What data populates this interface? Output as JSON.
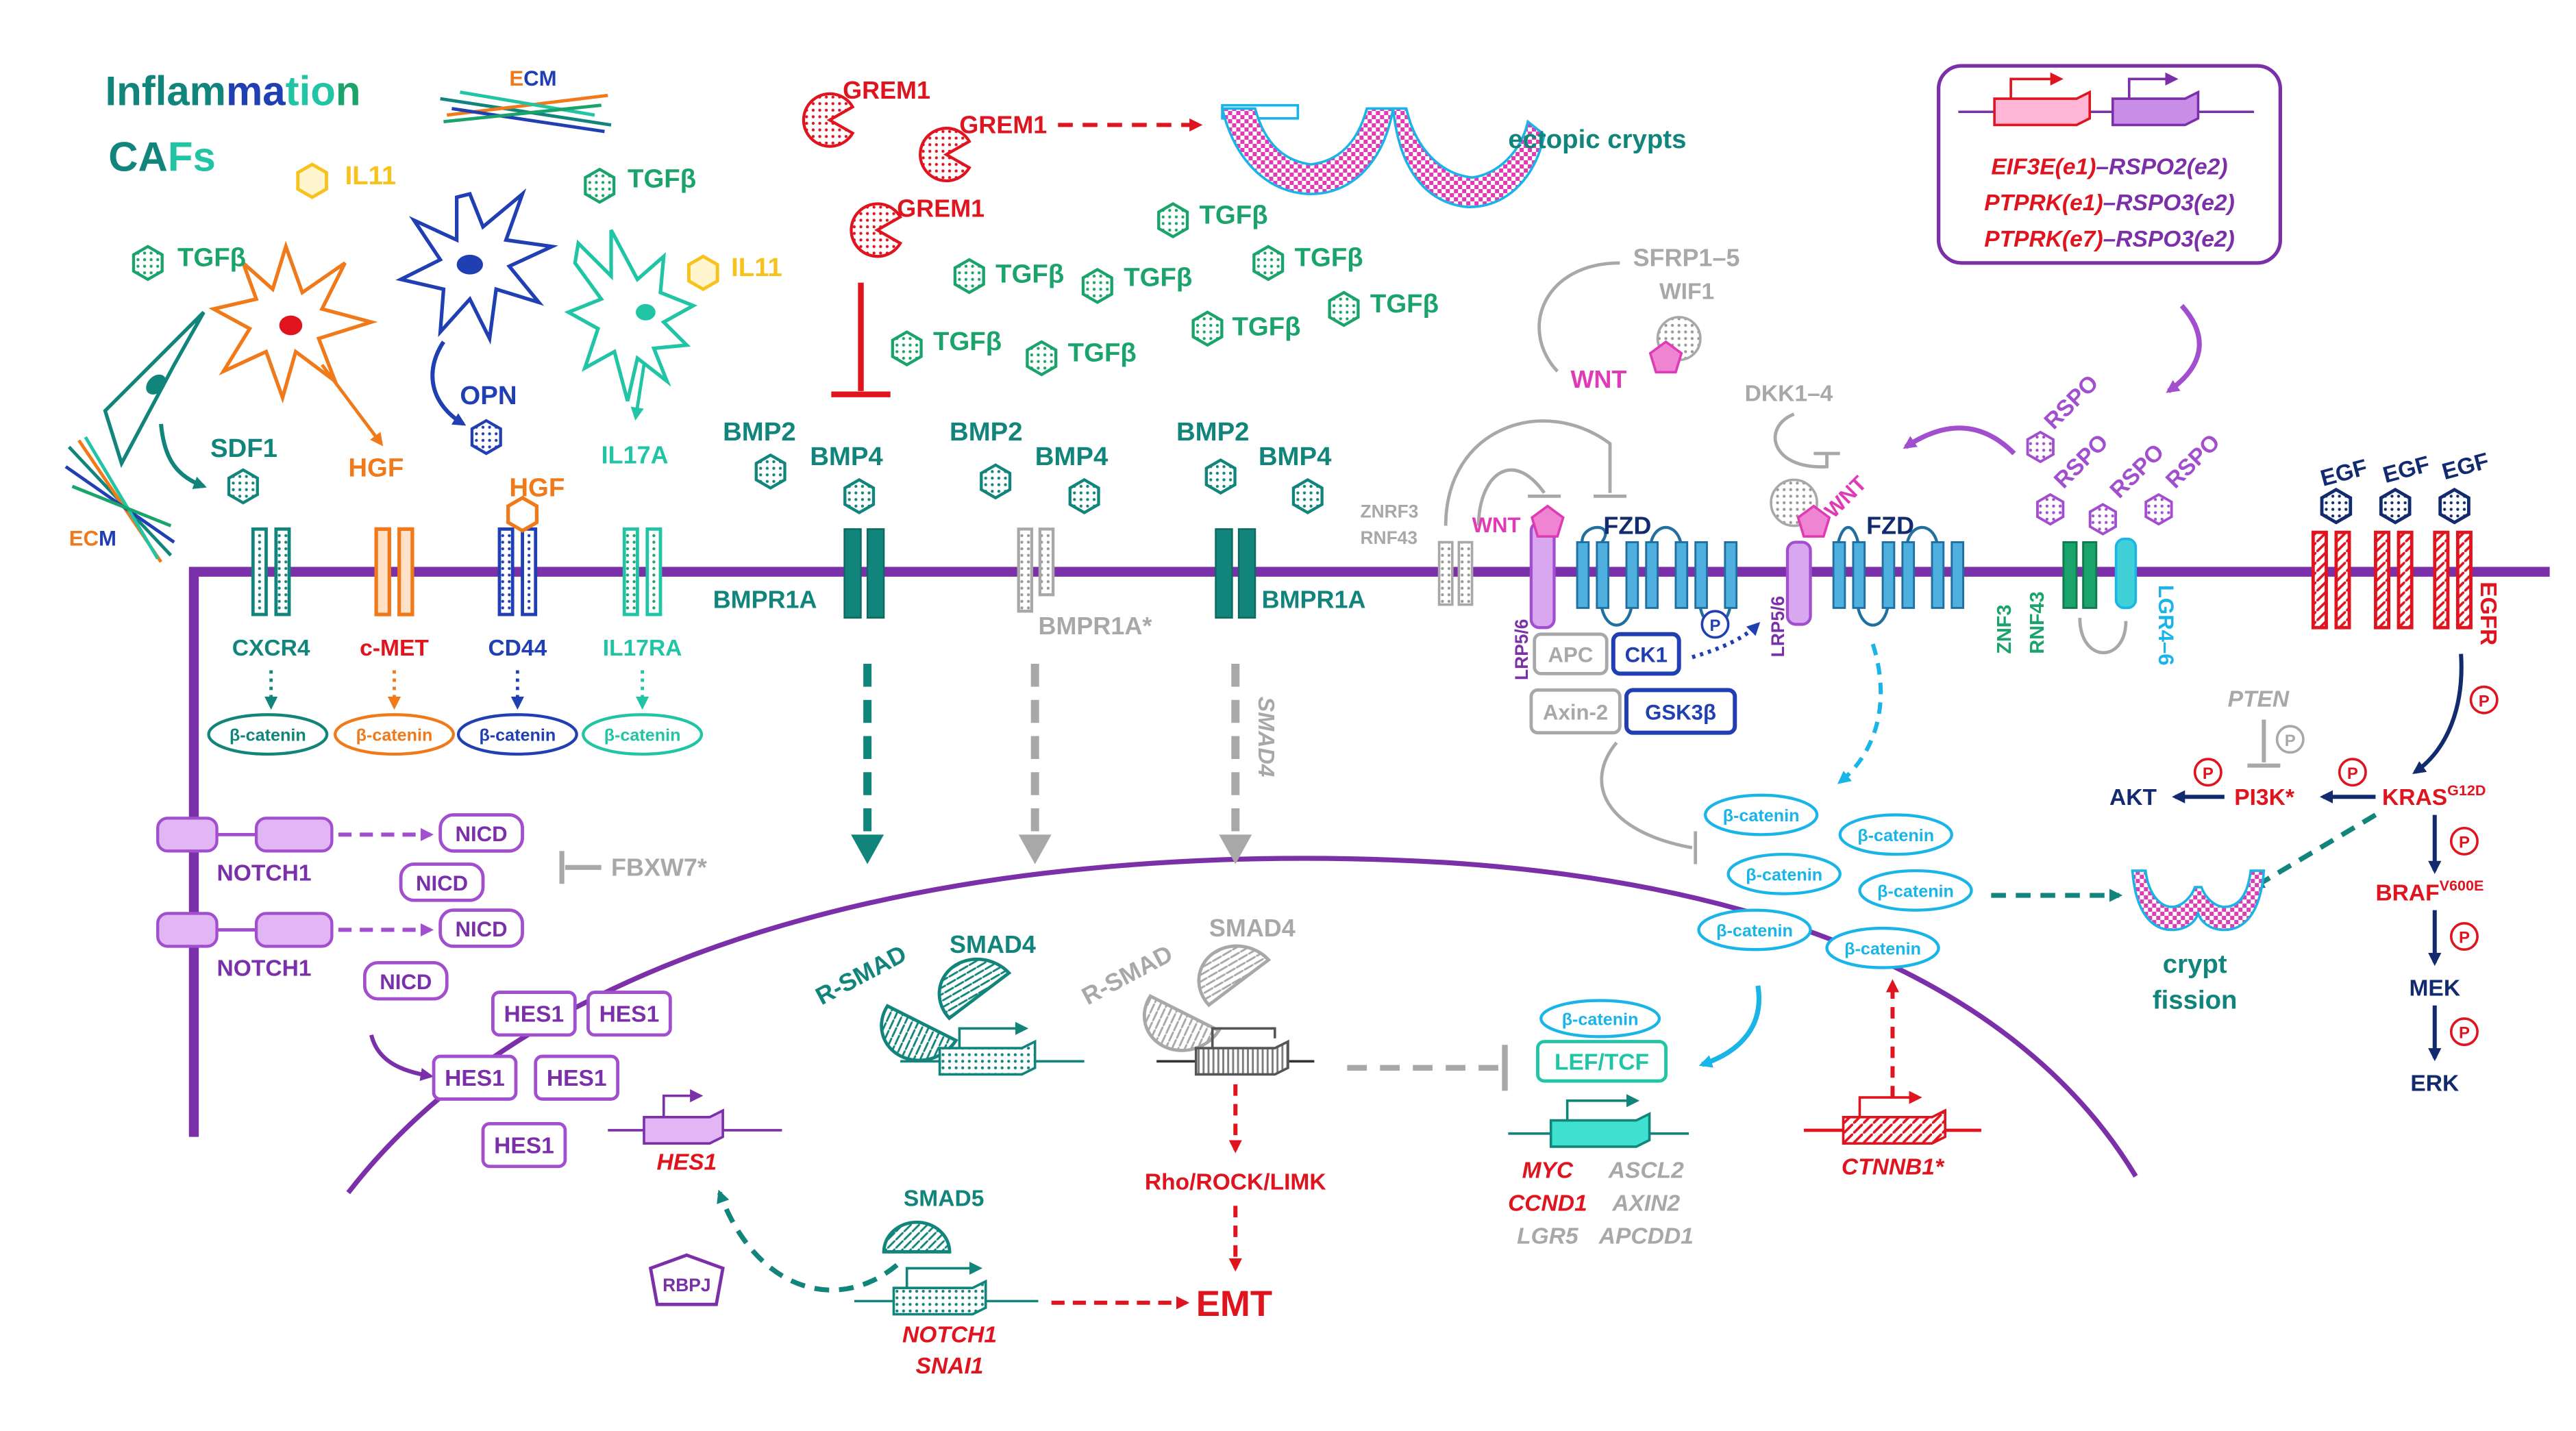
{
  "context": {
    "inflammation": [
      "Inflam",
      "ma",
      "tio",
      "n"
    ],
    "cafs": [
      "CA",
      "Fs"
    ],
    "ecm": [
      "E",
      "CM"
    ],
    "ecm_bottom": [
      "EC",
      "M"
    ]
  },
  "colors": {
    "teal": "#11857b",
    "green": "#1aa36b",
    "orange": "#f07a1a",
    "blue": "#1f3fb3",
    "mint": "#21c4a4",
    "purple": "#7b2fa8",
    "violet": "#a14fce",
    "red": "#e0141e",
    "grey": "#a8a8a8",
    "cyan": "#19b4e8",
    "navy": "#122a6e",
    "yellow": "#f7c21c",
    "magenta": "#e03ab4"
  },
  "ligands": {
    "tgfb": "TGFβ",
    "il11": "IL11",
    "sdf1": "SDF1",
    "hgf": "HGF",
    "opn": "OPN",
    "il17a": "IL17A",
    "bmp2": "BMP2",
    "bmp4": "BMP4",
    "grem1": "GREM1",
    "wnt": "WNT",
    "rspo": "RSPO",
    "egf": "EGF",
    "sfrp": "SFRP1–5",
    "wif1": "WIF1",
    "dkk": "DKK1–4"
  },
  "receptors": {
    "cxcr4": "CXCR4",
    "cmet": "c-MET",
    "cd44": "CD44",
    "il17ra": "IL17RA",
    "bmpr1a": "BMPR1A",
    "bmpr1a_mut": "BMPR1A*",
    "znrf3_top": "ZNRF3",
    "rnf43_top": "RNF43",
    "lrp56": "LRP5/6",
    "fzd": "FZD",
    "znf3": "ZNF3",
    "rnf43": "RNF43",
    "lgr46": "LGR4–6",
    "egfr": "EGFR",
    "notch1": "NOTCH1"
  },
  "cytoplasm": {
    "beta_catenin": "β-catenin",
    "apc": "APC",
    "ck1": "CK1",
    "axin2": "Axin-2",
    "gsk3b": "GSK3β",
    "p": "P",
    "nicd": "NICD",
    "fbxw7": "FBXW7*",
    "smad4": "SMAD4",
    "pten": "PTEN",
    "akt": "AKT",
    "pi3k": "PI3K*",
    "kras": "KRAS",
    "kras_sup": "G12D",
    "braf": "BRAF",
    "braf_sup": "V600E",
    "mek": "MEK",
    "erk": "ERK"
  },
  "nucleus": {
    "hes1": "HES1",
    "hes1_gene": "HES1",
    "rsmad": "R-SMAD",
    "smad4": "SMAD4",
    "smad5": "SMAD5",
    "rbpj": "RBPJ",
    "lef_tcf": "LEF/TCF",
    "rho": "Rho/ROCK/LIMK",
    "emt": "EMT",
    "notch1_gene": "NOTCH1",
    "snai1_gene": "SNAI1",
    "myc": "MYC",
    "ccnd1": "CCND1",
    "lgr5": "LGR5",
    "ascl2": "ASCL2",
    "axin2": "AXIN2",
    "apcdd1": "APCDD1",
    "ctnnb1": "CTNNB1*"
  },
  "outcomes": {
    "ectopic_crypts": "ectopic crypts",
    "crypt": "crypt",
    "fission": "fission"
  },
  "fusions": [
    {
      "a": "EIF3E(e1)",
      "dash": "–",
      "b": "RSPO2(e2)"
    },
    {
      "a": "PTPRK(e1)",
      "dash": "–",
      "b": "RSPO3(e2)"
    },
    {
      "a": "PTPRK(e7)",
      "dash": "–",
      "b": "RSPO3(e2)"
    }
  ]
}
